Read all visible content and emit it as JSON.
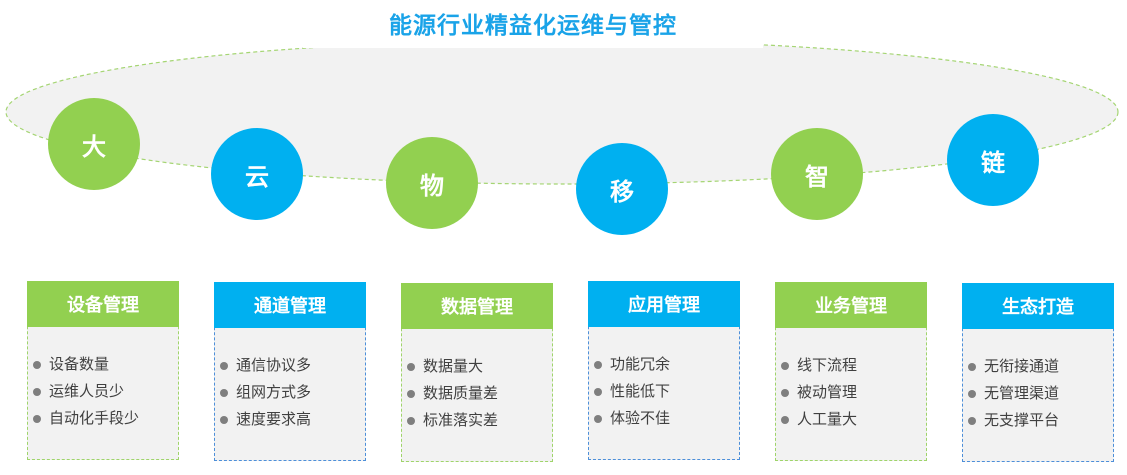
{
  "title": "能源行业精益化运维与管控",
  "circles": [
    {
      "label": "大",
      "color": "green"
    },
    {
      "label": "云",
      "color": "blue"
    },
    {
      "label": "物",
      "color": "green"
    },
    {
      "label": "移",
      "color": "blue"
    },
    {
      "label": "智",
      "color": "green"
    },
    {
      "label": "链",
      "color": "blue"
    }
  ],
  "cards": [
    {
      "title": "设备管理",
      "color": "green",
      "items": [
        "设备数量",
        "运维人员少",
        "自动化手段少"
      ]
    },
    {
      "title": "通道管理",
      "color": "blue",
      "items": [
        "通信协议多",
        "组网方式多",
        "速度要求高"
      ]
    },
    {
      "title": "数据管理",
      "color": "green",
      "items": [
        "数据量大",
        "数据质量差",
        "标准落实差"
      ]
    },
    {
      "title": "应用管理",
      "color": "blue",
      "items": [
        "功能冗余",
        "性能低下",
        "体验不佳"
      ]
    },
    {
      "title": "业务管理",
      "color": "green",
      "items": [
        "线下流程",
        "被动管理",
        "人工量大"
      ]
    },
    {
      "title": "生态打造",
      "color": "blue",
      "items": [
        "无衔接通道",
        "无管理渠道",
        "无支撑平台"
      ]
    }
  ],
  "colors": {
    "green": "#92d050",
    "blue": "#00b0f0",
    "title": "#1aa3e8"
  }
}
